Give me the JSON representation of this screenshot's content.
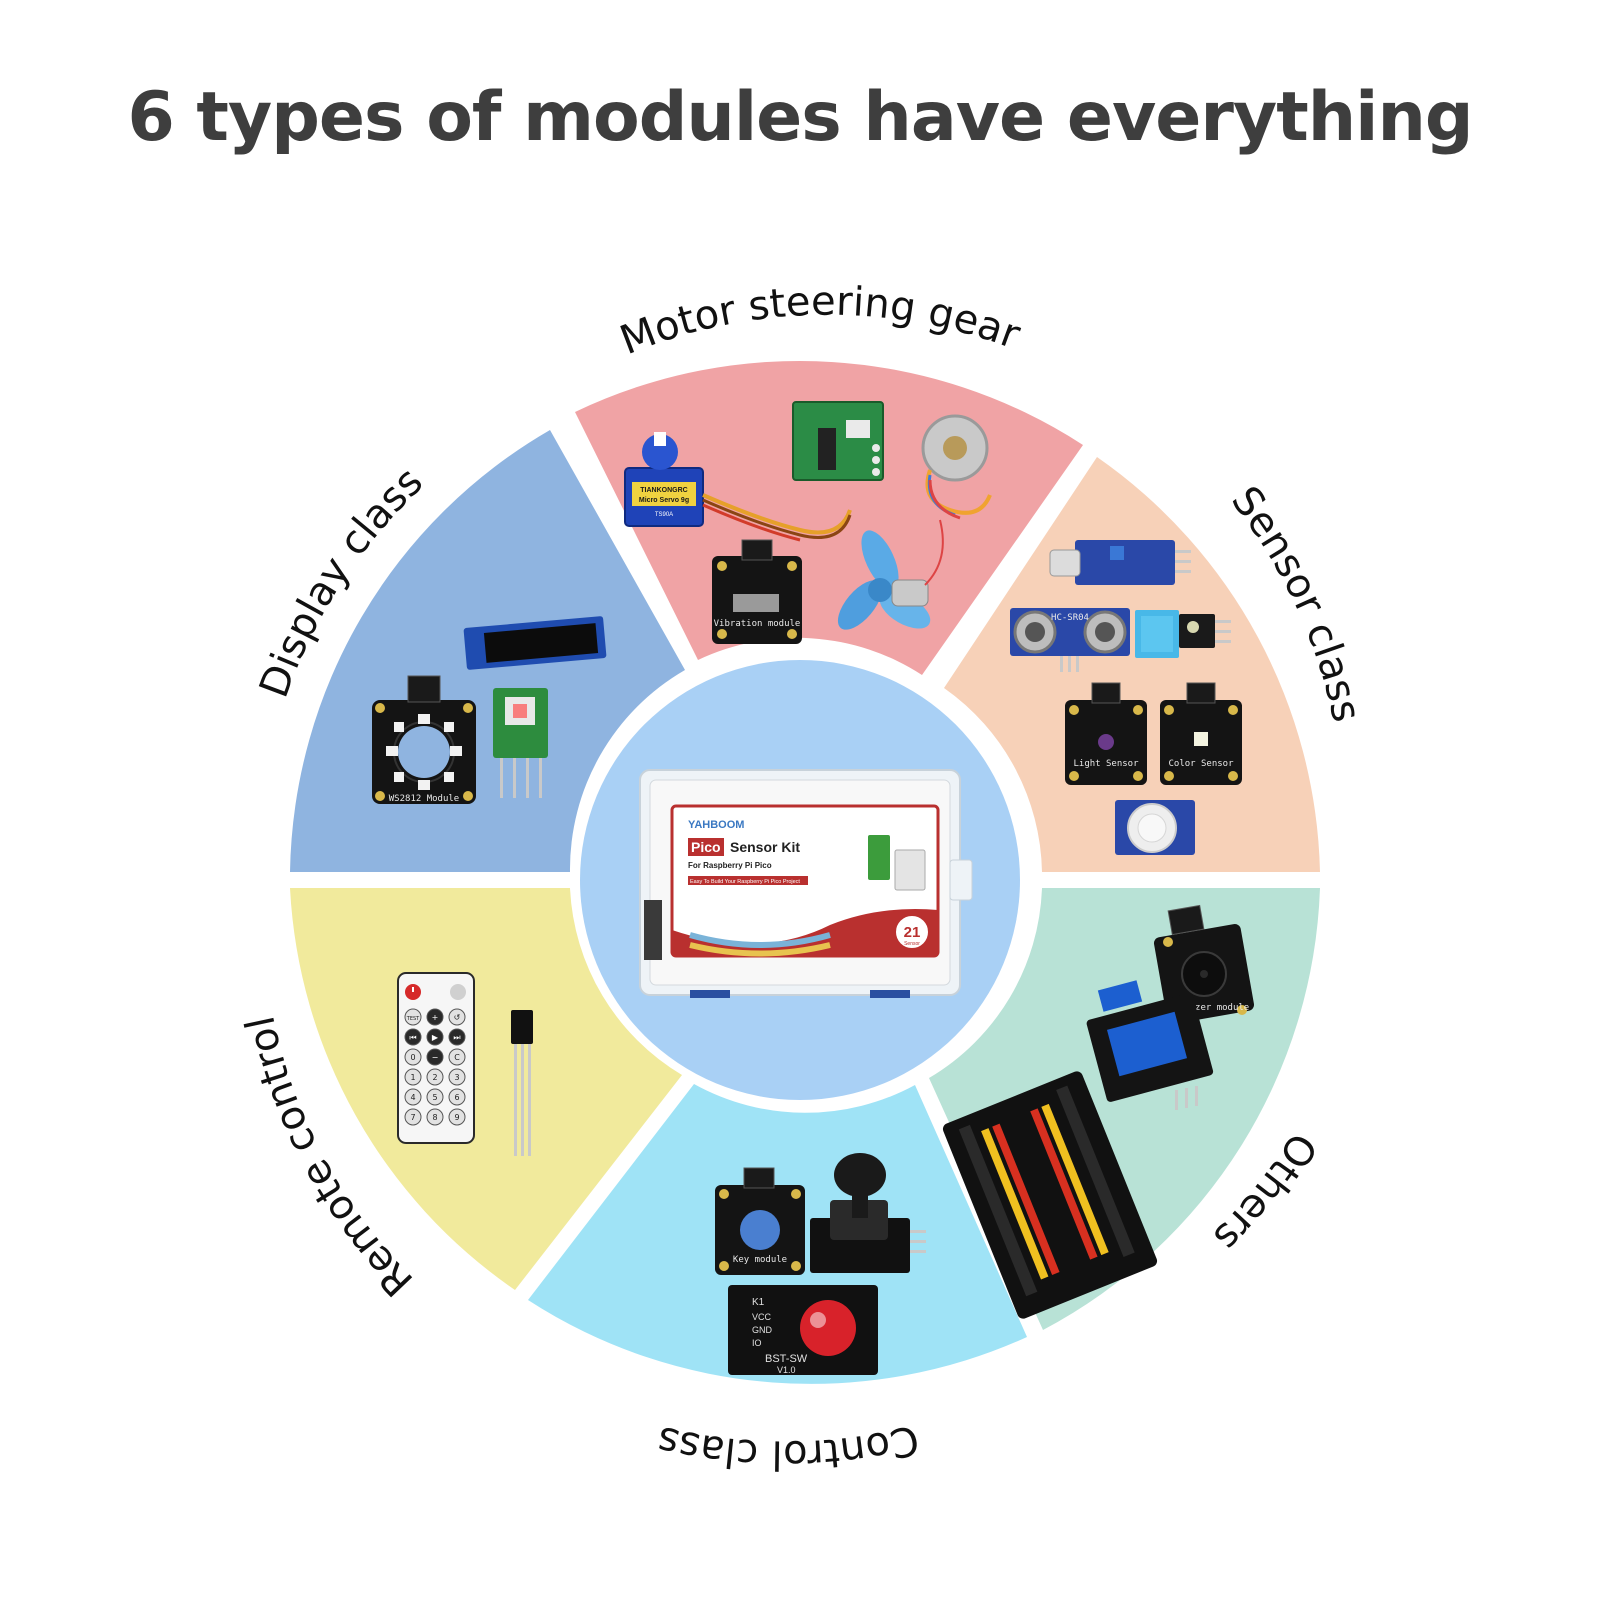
{
  "title": "6 types of modules have everything",
  "colors": {
    "motor": "#f0a3a5",
    "sensor": "#f7d1b8",
    "others": "#b8e2d6",
    "control": "#9fe3f6",
    "remote": "#f1ea9c",
    "display": "#8fb4e0",
    "center": "#a9d0f5"
  },
  "segments": [
    {
      "key": "motor",
      "label": "Motor steering gear",
      "icon": "servo-stepper-fan-icon"
    },
    {
      "key": "sensor",
      "label": "Sensor class",
      "icon": "ultrasonic-humidity-pir-icon"
    },
    {
      "key": "others",
      "label": "Others",
      "icon": "relay-buzzer-expansion-board-icon"
    },
    {
      "key": "control",
      "label": "Control class",
      "icon": "joystick-button-icon"
    },
    {
      "key": "remote",
      "label": "Remote control",
      "icon": "ir-remote-receiver-icon"
    },
    {
      "key": "display",
      "label": "Display class",
      "icon": "oled-rgb-ring-icon"
    }
  ],
  "kit": {
    "brand": "YAHBOOM",
    "badge": "Pico",
    "name": "Sensor Kit",
    "subtitle": "For Raspberry Pi Pico",
    "tagline": "Easy To Build Your Raspberry Pi Pico Project",
    "count": "21",
    "count_label": "Sensor"
  },
  "remote": {
    "keys": [
      "TEST",
      "+",
      "↺",
      "⏮",
      "▶",
      "⏭",
      "0",
      "−",
      "C",
      "1",
      "2",
      "3",
      "4",
      "5",
      "6",
      "7",
      "8",
      "9"
    ]
  },
  "module_labels": {
    "servo": "Micro Servo 9g",
    "servo_brand": "TIANKONGRC",
    "servo_model": "TS90A",
    "vibration": "Vibration module",
    "ultrasonic": "HC-SR04",
    "light": "Light Sensor",
    "color": "Color Sensor",
    "key": "Key module",
    "switch_k1": "K1",
    "switch_vcc": "VCC",
    "switch_gnd": "GND",
    "switch_io": "IO",
    "switch_name": "BST-SW",
    "switch_ver": "V1.0",
    "buzzer": "Buzzer module",
    "ws2812": "WS2812 Module"
  }
}
